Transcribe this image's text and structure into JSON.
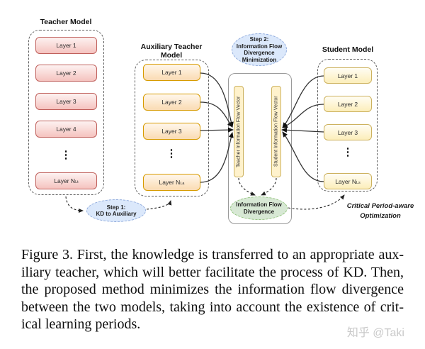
{
  "figure": {
    "teacher": {
      "title": "Teacher Model",
      "layers": [
        {
          "label": "Layer 1",
          "sub": ""
        },
        {
          "label": "Layer 2",
          "sub": ""
        },
        {
          "label": "Layer 3",
          "sub": ""
        },
        {
          "label": "Layer 4",
          "sub": ""
        },
        {
          "label": "Layer N",
          "sub": "Lt"
        }
      ],
      "dots": "⋮"
    },
    "auxiliary": {
      "title_line1": "Auxiliary Teacher",
      "title_line2": "Model",
      "layers": [
        {
          "label": "Layer 1",
          "sub": ""
        },
        {
          "label": "Layer 2",
          "sub": ""
        },
        {
          "label": "Layer 3",
          "sub": ""
        },
        {
          "label": "Layer N",
          "sub": "La"
        }
      ],
      "dots": "⋮"
    },
    "student": {
      "title": "Student Model",
      "layers": [
        {
          "label": "Layer 1",
          "sub": ""
        },
        {
          "label": "Layer 2",
          "sub": ""
        },
        {
          "label": "Layer 3",
          "sub": ""
        },
        {
          "label": "Layer N",
          "sub": "Ls"
        }
      ],
      "dots": "⋮"
    },
    "step1": {
      "line1": "Step 1:",
      "line2": "KD to Auxiliary"
    },
    "step2": {
      "line1": "Step 2:",
      "line2": "Information Flow",
      "line3": "Divergence",
      "line4": "Minimization"
    },
    "vectors": {
      "teacher": "Teacher Information Flow Vector",
      "student": "Student Information Flow Vector"
    },
    "divergence": {
      "line1": "Information Flow",
      "line2": "Divergence"
    },
    "critical": {
      "line1": "Critical Period-aware",
      "line2": "Optimization"
    },
    "colors": {
      "teacher_fill": "#f5c3bf",
      "teacher_border": "#c0605c",
      "auxiliary_fill": "#fadbb2",
      "auxiliary_border": "#d79b00",
      "student_fill": "#fceeba",
      "student_border": "#cdb25f",
      "vector_fill": "#fff2cc",
      "step_fill": "#dbe8fb",
      "step_border": "#8faadc",
      "divergence_fill": "#d7e8d4",
      "divergence_border": "#93c47d"
    }
  },
  "caption": {
    "lines": [
      "Figure 3. First, the knowledge is transferred to an appropriate aux-",
      "iliary teacher, which will better facilitate the process of KD. Then,",
      "the proposed method minimizes the information flow divergence",
      "between the two models, taking into account the existence of crit-",
      "ical learning periods."
    ]
  },
  "watermark": "知乎 @Taki"
}
